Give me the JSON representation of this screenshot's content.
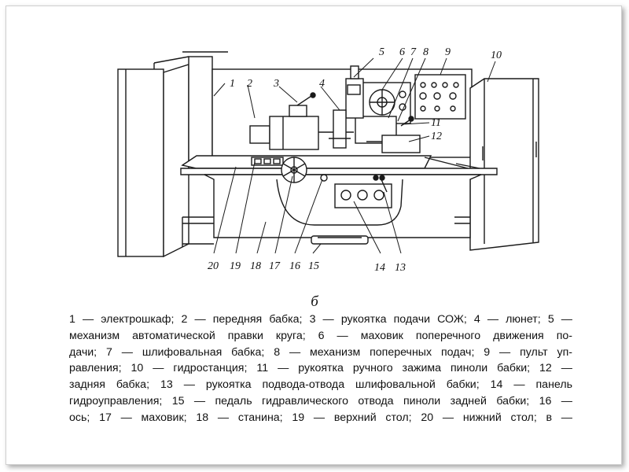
{
  "figure": {
    "label": "б",
    "callouts": [
      "1",
      "2",
      "3",
      "4",
      "5",
      "6",
      "7",
      "8",
      "9",
      "10",
      "11",
      "12",
      "13",
      "14",
      "15",
      "16",
      "17",
      "18",
      "19",
      "20"
    ]
  },
  "caption": {
    "lines": [
      "1 — электрошкаф; 2 — передняя бабка; 3 — рукоятка подачи СОЖ; 4 — люнет; 5 —",
      "механизм автоматической правки круга; 6 — маховик поперечного движения по-",
      "дачи; 7 — шлифовальная бабка; 8 — механизм поперечных подач; 9 — пульт уп-",
      "равления; 10 — гидростанция; 11 — рукоятка ручного зажима пиноли бабки; 12 —",
      "задняя бабка; 13 — рукоятка подвода-отвода шлифовальной бабки; 14 — панель",
      "гидроуправления; 15 — педаль гидравлического отвода пиноли задней бабки; 16 —",
      "ось; 17 — маховик; 18 — станина; 19 — верхний стол; 20 — нижний стол; в —"
    ]
  },
  "colors": {
    "ink": "#1a1a1a",
    "background": "#ffffff",
    "frame_shadow": "#8a8a8a"
  }
}
